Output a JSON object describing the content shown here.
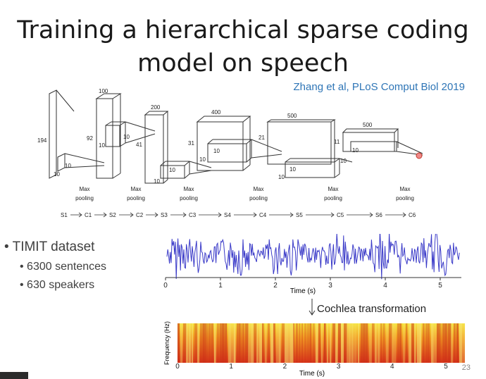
{
  "slide": {
    "title_line1": "Training a hierarchical sparse coding",
    "title_line2": "model on speech",
    "citation": "Zhang et al, PLoS Comput Biol 2019",
    "page_number": "23"
  },
  "network": {
    "stage_labels": [
      "S1",
      "C1",
      "S2",
      "C2",
      "S3",
      "C3",
      "S4",
      "C4",
      "S5",
      "C5",
      "S6",
      "C6"
    ],
    "pooling_label_top": "Max",
    "pooling_label_bottom": "pooling",
    "dims": {
      "s1_height": "194",
      "c1_small": "10",
      "c1_small_b": "10",
      "s2_top": "100",
      "s2_side": "92",
      "s2_box": "10",
      "s2_box_b": "10",
      "s3_top": "200",
      "s3_side": "41",
      "s3_box": "10",
      "s3_box_b": "10",
      "s4_top": "400",
      "s4_side": "31",
      "s4_box": "10",
      "s4_box_b": "10",
      "s5_top": "500",
      "s5_side": "21",
      "s5_box": "10",
      "s5_box_b": "10",
      "s6_top": "500",
      "s6_side": "11",
      "s6_box": "10",
      "s6_box_b": "10"
    }
  },
  "bullets": {
    "main": "TIMIT dataset",
    "sub1": "6300 sentences",
    "sub2": "630 speakers"
  },
  "waveform": {
    "xlabel": "Time (s)",
    "ticks": [
      "0",
      "1",
      "2",
      "3",
      "4",
      "5"
    ],
    "color": "#3a3ac8"
  },
  "transform_label": "Cochlea transformation",
  "spectrogram": {
    "xlabel": "Time (s)",
    "ylabel": "Frequency (Hz)",
    "ticks": [
      "0",
      "1",
      "2",
      "3",
      "4",
      "5"
    ]
  }
}
